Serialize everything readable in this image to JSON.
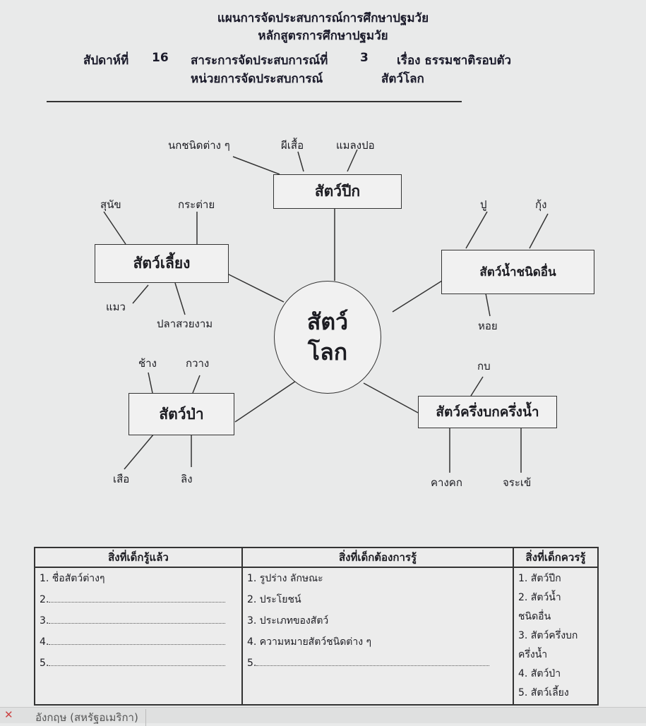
{
  "header": {
    "title": "แผนการจัดประสบการณ์การศึกษาปฐมวัย",
    "subtitle": "หลักสูตรการศึกษาปฐมวัย",
    "week_label": "สัปดาห์ที่",
    "week": "16",
    "content_label": "สาระการจัดประสบการณ์ที่",
    "content_no": "3",
    "topic": "เรื่อง ธรรมชาติรอบตัว",
    "unit_label": "หน่วยการจัดประสบการณ์",
    "unit": "สัตว์โลก"
  },
  "mindmap": {
    "center": [
      "สัตว์",
      "โลก"
    ],
    "branches": [
      {
        "label": "สัตว์ปีก",
        "leaves": [
          "นกชนิดต่าง ๆ",
          "ผีเสื้อ",
          "แมลงปอ"
        ]
      },
      {
        "label": "สัตว์เลี้ยง",
        "leaves": [
          "สุนัข",
          "กระต่าย",
          "แมว",
          "ปลาสวยงาม"
        ]
      },
      {
        "label": "สัตว์น้ำชนิดอื่น",
        "leaves": [
          "ปู",
          "กุ้ง",
          "หอย"
        ]
      },
      {
        "label": "สัตว์ป่า",
        "leaves": [
          "ช้าง",
          "กวาง",
          "เสือ",
          "ลิง"
        ]
      },
      {
        "label": "สัตว์ครึ่งบกครึ่งน้ำ",
        "leaves": [
          "กบ",
          "คางคก",
          "จระเข้"
        ]
      }
    ]
  },
  "table": {
    "headers": [
      "สิ่งที่เด็กรู้แล้ว",
      "สิ่งที่เด็กต้องการรู้",
      "สิ่งที่เด็กควรรู้"
    ],
    "known": [
      "1. ชื่อสัตว์ต่างๆ",
      "2.",
      "3.",
      "4.",
      "5."
    ],
    "want": [
      "1. รูปร่าง ลักษณะ",
      "2. ประโยชน์",
      "3. ประเภทของสัตว์",
      "4. ความหมายสัตว์ชนิดต่าง ๆ",
      "5."
    ],
    "should": [
      "1. สัตว์ปีก",
      "2. สัตว์น้ำ",
      "ชนิดอื่น",
      "3. สัตว์ครึ่งบก",
      "ครึ่งน้ำ",
      "4. สัตว์ป่า",
      "5. สัตว์เลี้ยง"
    ]
  },
  "statusbar": {
    "language": "อังกฤษ (สหรัฐอเมริกา)"
  }
}
